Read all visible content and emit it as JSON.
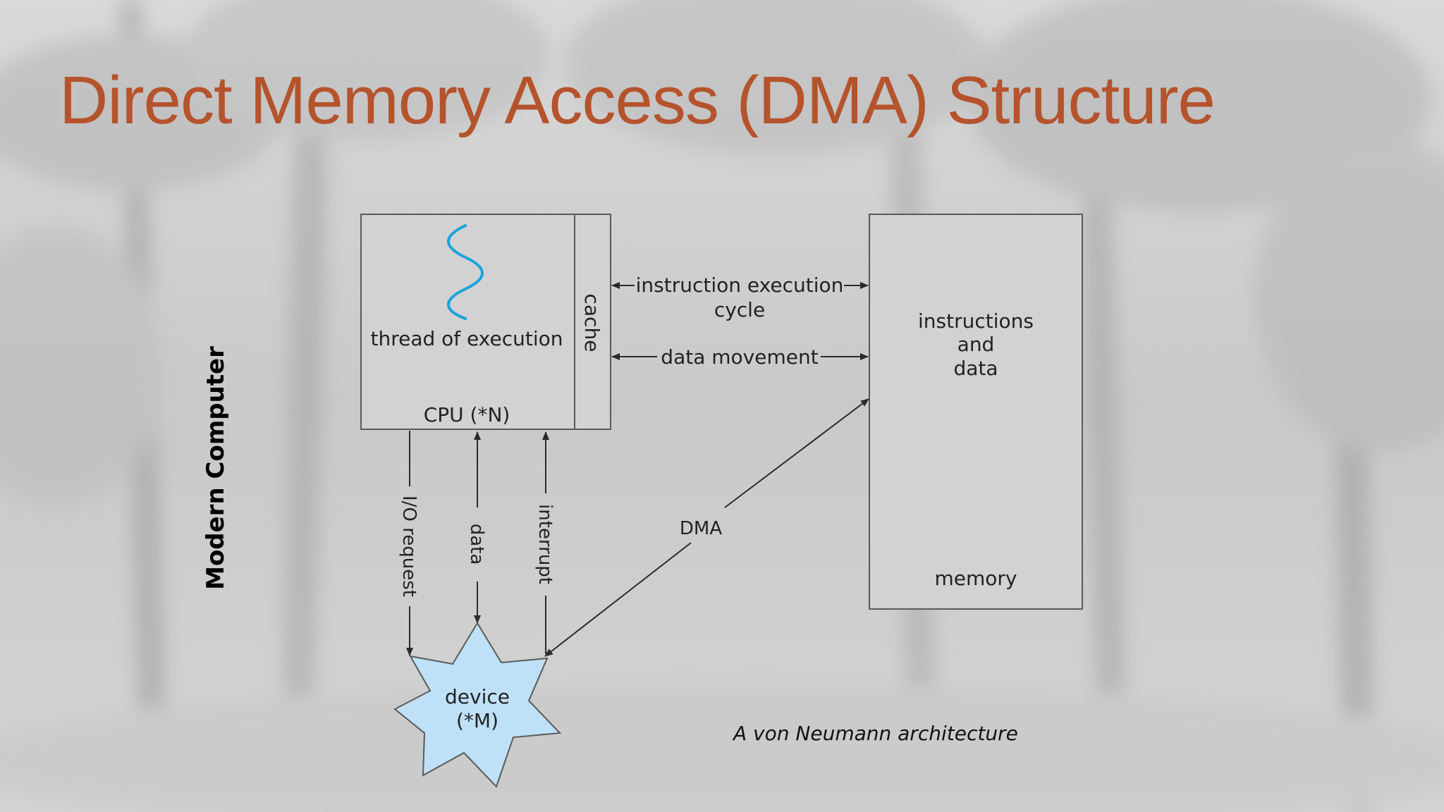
{
  "slide": {
    "title": "Direct Memory Access (DMA) Structure",
    "side_label": "Modern Computer",
    "caption": "A von Neumann architecture"
  },
  "diagram": {
    "cpu": {
      "thread_label": "thread of execution",
      "label": "CPU (*N)",
      "cache_label": "cache"
    },
    "memory": {
      "content_lines": [
        "instructions",
        "and",
        "data"
      ],
      "label": "memory"
    },
    "links": {
      "instruction_cycle_line1": "instruction execution",
      "instruction_cycle_line2": "cycle",
      "data_movement": "data movement",
      "io_request": "I/O request",
      "data": "data",
      "interrupt": "interrupt",
      "dma": "DMA"
    },
    "device": {
      "line1": "device",
      "line2": "(*M)"
    }
  },
  "colors": {
    "title": "#b5532c",
    "box_fill": "#d2d2d2",
    "box_stroke": "#5a5a5a",
    "thread_squiggle": "#1aa3dc",
    "device_fill": "#bfe1f7",
    "line": "#2a2a2a"
  }
}
